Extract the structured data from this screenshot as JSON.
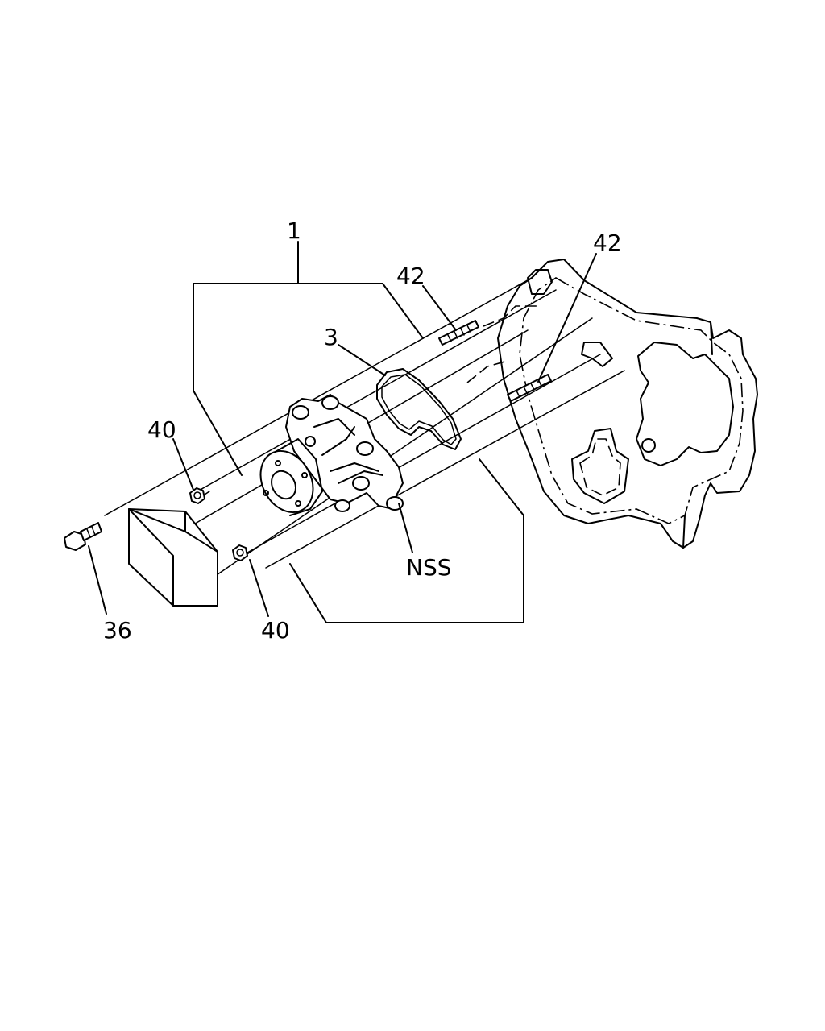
{
  "diagram": {
    "callouts": {
      "assembly": "1",
      "gasket": "3",
      "stud_upper": "42",
      "stud_right": "42",
      "nut_upper": "40",
      "nut_lower": "40",
      "bolt": "36",
      "not_serviced": "NSS"
    }
  }
}
